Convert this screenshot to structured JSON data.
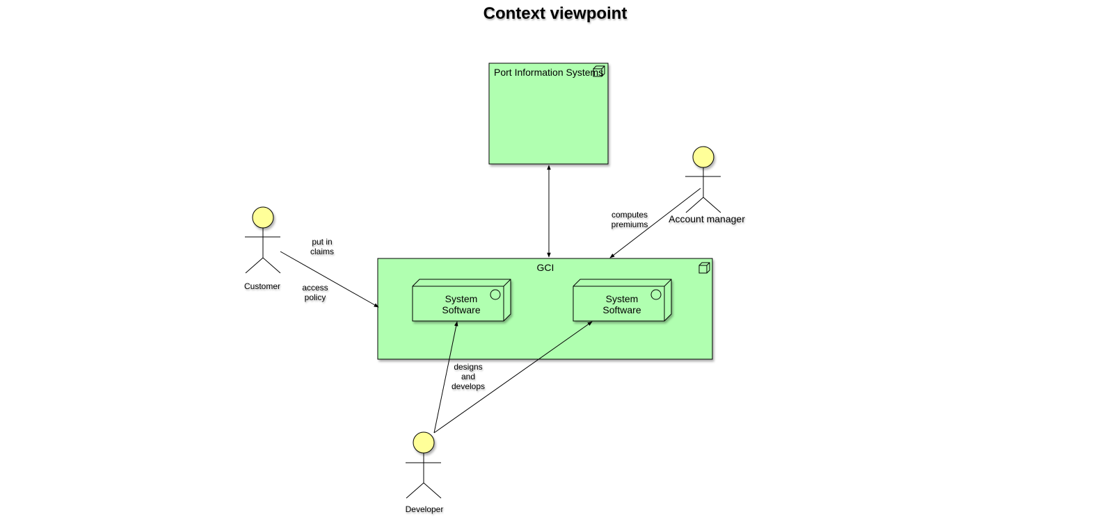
{
  "diagram": {
    "title": "Context viewpoint",
    "nodes": {
      "port": {
        "label": "Port Information Systems"
      },
      "gci": {
        "label": "GCI"
      },
      "sys1": {
        "line1": "System",
        "line2": "Software"
      },
      "sys2": {
        "line1": "System",
        "line2": "Software"
      }
    },
    "actors": {
      "customer": {
        "label": "Customer"
      },
      "account_manager": {
        "label": "Account manager"
      },
      "developer": {
        "label": "Developer"
      }
    },
    "edges": {
      "customer_gci": {
        "line1": "put in",
        "line2": "claims",
        "line3": "access",
        "line4": "policy"
      },
      "account_gci": {
        "line1": "computes",
        "line2": "premiums"
      },
      "developer_sys": {
        "line1": "designs",
        "line2": "and",
        "line3": "develops"
      }
    },
    "colors": {
      "box_fill": "#b0ffb0",
      "actor_head": "#ffff99",
      "stroke": "#000000"
    },
    "icons": [
      "application-collaboration-icon",
      "node-icon",
      "system-software-icon"
    ]
  }
}
